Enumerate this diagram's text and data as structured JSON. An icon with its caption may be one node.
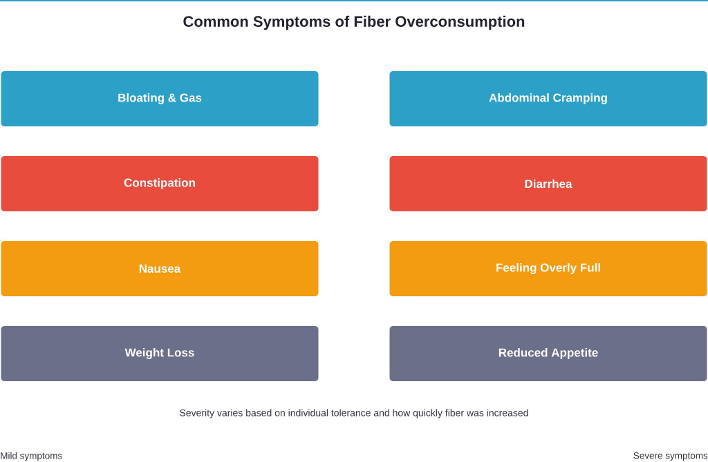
{
  "diagram": {
    "title": "Common Symptoms of Fiber Overconsumption",
    "nodes": [
      {
        "text": [
          "Bloating & Gas"
        ]
      },
      {
        "text": [
          "Abdominal Cramping"
        ]
      },
      {
        "text": [
          "Constipation"
        ]
      },
      {
        "text": [
          "Diarrhea"
        ]
      },
      {
        "text": [
          "Nausea"
        ]
      },
      {
        "text": [
          "Feeling Overly Full"
        ]
      },
      {
        "text": [
          "Weight Loss"
        ]
      },
      {
        "text": [
          "Reduced Appetite"
        ]
      }
    ],
    "labels": [
      "Severity varies based on individual tolerance and how quickly fiber was increased",
      "Mild symptoms",
      "Severe symptoms"
    ]
  }
}
